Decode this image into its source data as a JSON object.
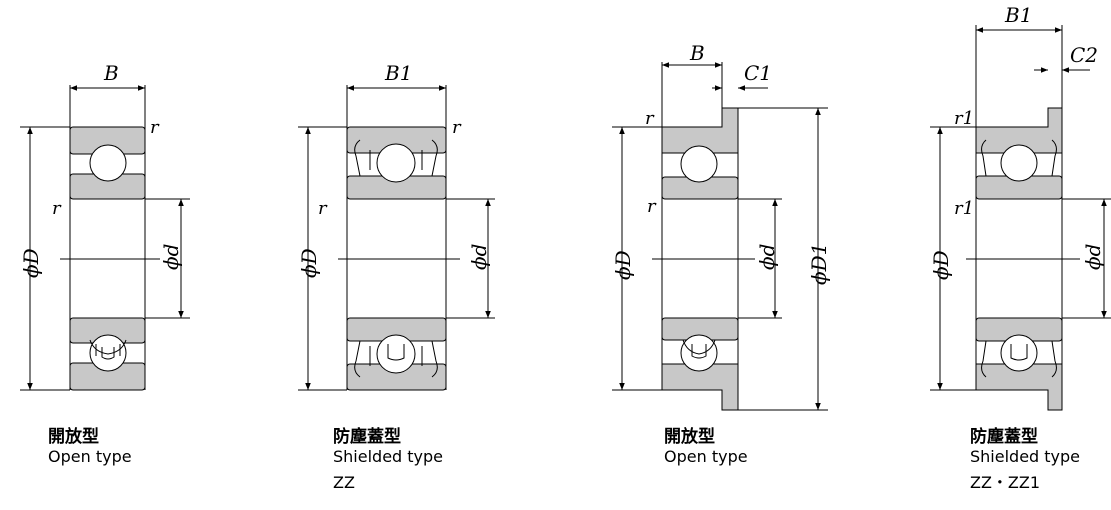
{
  "diagrams": [
    {
      "width_label": "B",
      "corner_labels": [
        "r",
        "r"
      ],
      "dia_outer": "ϕD",
      "dia_bore": "ϕd",
      "caption": {
        "zh": "開放型",
        "en": "Open type",
        "code": ""
      }
    },
    {
      "width_label": "B1",
      "corner_labels": [
        "r",
        "r"
      ],
      "dia_outer": "ϕD",
      "dia_bore": "ϕd",
      "caption": {
        "zh": "防塵蓋型",
        "en": "Shielded type",
        "code": "ZZ"
      }
    },
    {
      "width_label": "B",
      "flange_label": "C1",
      "corner_labels": [
        "r",
        "r"
      ],
      "dia_outer": "ϕD",
      "dia_bore": "ϕd",
      "dia_flange": "ϕD1",
      "caption": {
        "zh": "開放型",
        "en": "Open type",
        "code": ""
      }
    },
    {
      "width_label": "B1",
      "flange_label": "C2",
      "corner_labels": [
        "r1",
        "r1"
      ],
      "dia_outer": "ϕD",
      "dia_bore": "ϕd",
      "caption": {
        "zh": "防塵蓋型",
        "en": "Shielded type",
        "code": "ZZ・ZZ1"
      }
    }
  ],
  "colors": {
    "ring": "#c8c8c8",
    "line": "#000000"
  }
}
